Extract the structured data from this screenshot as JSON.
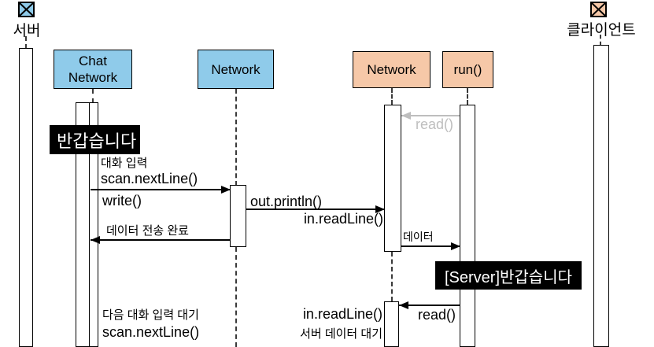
{
  "diagram": {
    "title_hint": "chat client-server sequence diagram",
    "actors": {
      "server": {
        "label": "서버",
        "icon": "boundary-x-square",
        "color": "#8FCBEA"
      },
      "client": {
        "label": "클라이언트",
        "icon": "boundary-x-square",
        "color": "#F6C8A8"
      }
    },
    "objects": {
      "chat_network": {
        "label_line1": "Chat",
        "label_line2": "Network",
        "color": "#8FCBEA"
      },
      "network_left": {
        "label": "Network",
        "color": "#8FCBEA"
      },
      "network_right": {
        "label": "Network",
        "color": "#F6C8A8"
      },
      "run": {
        "label": "run()",
        "color": "#F6C8A8"
      }
    },
    "messages": {
      "read_early": {
        "label": "read()",
        "color": "#BEBEBE",
        "direction": "left"
      },
      "chat_input_note": {
        "label": "대화 입력"
      },
      "scan_nextline": {
        "label": "scan.nextLine()",
        "direction": "right"
      },
      "write": {
        "label": "write()"
      },
      "out_println": {
        "label": "out.println()",
        "direction": "right"
      },
      "in_readline": {
        "label": "in.readLine()"
      },
      "transfer_done": {
        "label": "데이터 전송 완료",
        "direction": "left"
      },
      "data": {
        "label": "데이터",
        "direction": "right"
      },
      "read_late": {
        "label": "read()",
        "direction": "left"
      },
      "next_input_wait": {
        "label": "다음 대화 입력 대기"
      },
      "scan_nextline_2": {
        "label": "scan.nextLine()"
      },
      "in_readline_2": {
        "label": "in.readLine()"
      },
      "server_data_wait": {
        "label": "서버 데이터 대기"
      }
    },
    "notes": {
      "greeting": {
        "label": "반갑습니다",
        "bg": "#000000",
        "fg": "#FFFFFF"
      },
      "server_greeting": {
        "label": "[Server]반갑습니다",
        "bg": "#000000",
        "fg": "#FFFFFF"
      }
    },
    "colors": {
      "blue": "#8FCBEA",
      "salmon": "#F6C8A8",
      "faded": "#BEBEBE"
    }
  }
}
